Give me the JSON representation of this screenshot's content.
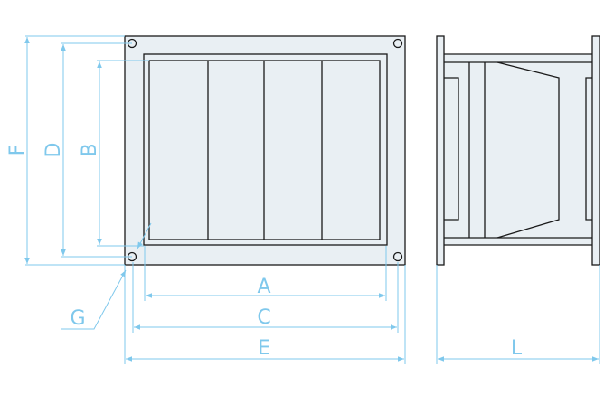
{
  "labels": {
    "A": "A",
    "B": "B",
    "C": "C",
    "D": "D",
    "E": "E",
    "F": "F",
    "G": "G",
    "L": "L"
  },
  "colors": {
    "dimension": "#7fc8ec",
    "outline": "#1a1a1a",
    "fill": "#e9eff3"
  }
}
